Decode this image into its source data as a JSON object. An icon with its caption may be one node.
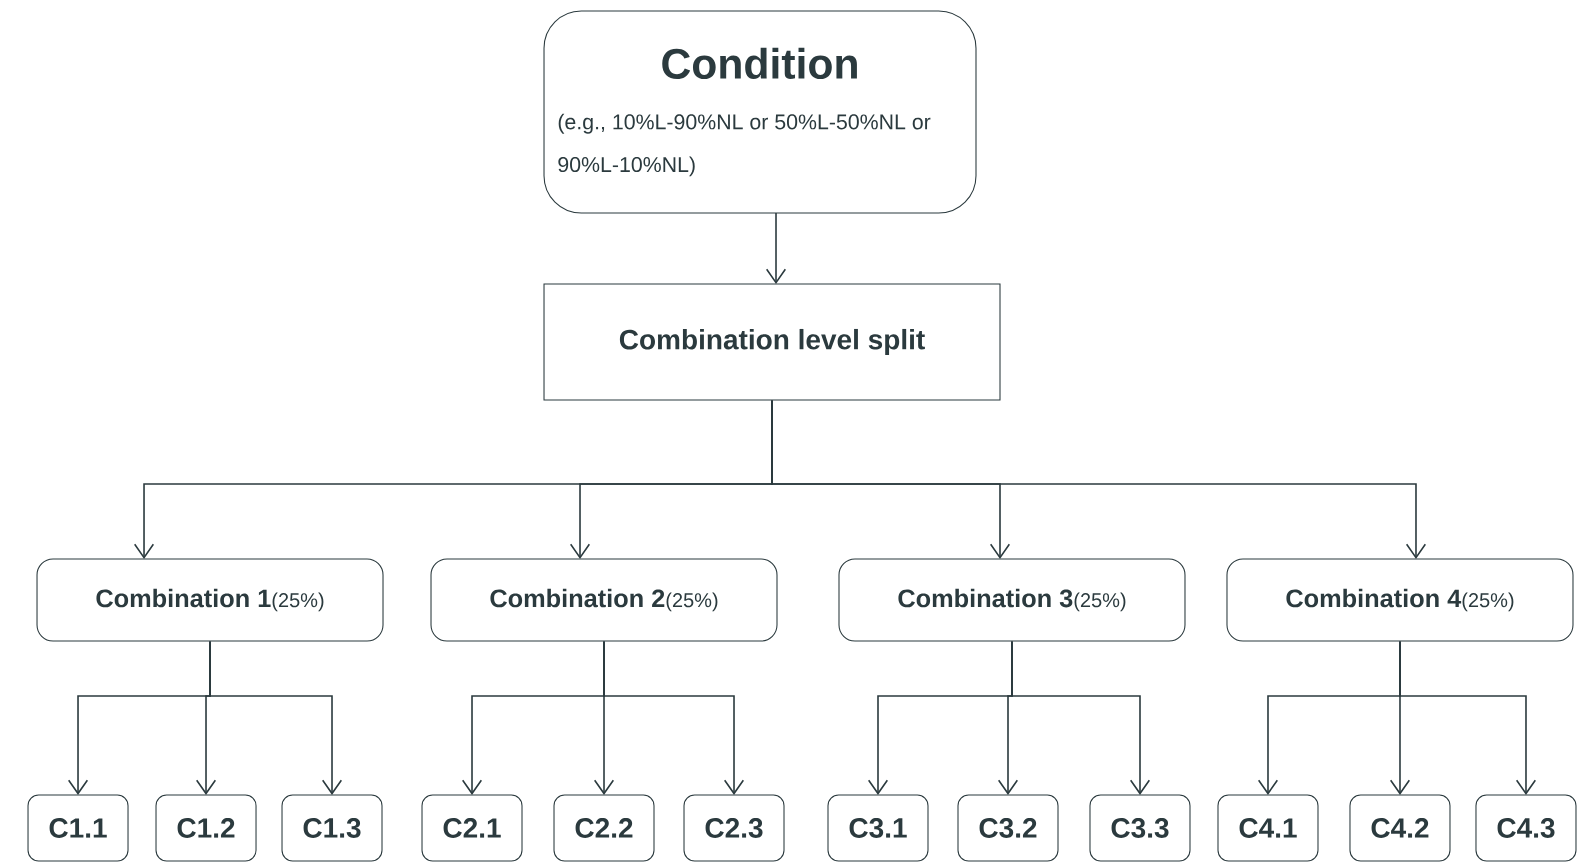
{
  "diagram": {
    "nodes": [
      {
        "text": [
          "Condition",
          "(e.g., 10%L-90%NL or 50%L-50%NL or 90%L-10%NL)"
        ]
      },
      {
        "text": [
          "Combination level split"
        ]
      },
      {
        "text": [
          "Combination 1",
          "(25%)"
        ]
      },
      {
        "text": [
          "Combination 2",
          "(25%)"
        ]
      },
      {
        "text": [
          "Combination 3",
          "(25%)"
        ]
      },
      {
        "text": [
          "Combination 4",
          "(25%)"
        ]
      },
      {
        "text": [
          "C1.1"
        ]
      },
      {
        "text": [
          "C1.2"
        ]
      },
      {
        "text": [
          "C1.3"
        ]
      },
      {
        "text": [
          "C2.1"
        ]
      },
      {
        "text": [
          "C2.2"
        ]
      },
      {
        "text": [
          "C2.3"
        ]
      },
      {
        "text": [
          "C3.1"
        ]
      },
      {
        "text": [
          "C3.2"
        ]
      },
      {
        "text": [
          "C3.3"
        ]
      },
      {
        "text": [
          "C4.1"
        ]
      },
      {
        "text": [
          "C4.2"
        ]
      },
      {
        "text": [
          "C4.3"
        ]
      }
    ],
    "edges": [
      {
        "from": 0,
        "to": 1,
        "arrow": "to"
      },
      {
        "from": 1,
        "to": 2,
        "arrow": "to"
      },
      {
        "from": 1,
        "to": 3,
        "arrow": "to"
      },
      {
        "from": 1,
        "to": 4,
        "arrow": "to"
      },
      {
        "from": 1,
        "to": 5,
        "arrow": "to"
      },
      {
        "from": 2,
        "to": 6,
        "arrow": "to"
      },
      {
        "from": 2,
        "to": 7,
        "arrow": "to"
      },
      {
        "from": 2,
        "to": 8,
        "arrow": "to"
      },
      {
        "from": 3,
        "to": 9,
        "arrow": "to"
      },
      {
        "from": 3,
        "to": 10,
        "arrow": "to"
      },
      {
        "from": 3,
        "to": 11,
        "arrow": "to"
      },
      {
        "from": 4,
        "to": 12,
        "arrow": "to"
      },
      {
        "from": 4,
        "to": 13,
        "arrow": "to"
      },
      {
        "from": 4,
        "to": 14,
        "arrow": "to"
      },
      {
        "from": 5,
        "to": 15,
        "arrow": "to"
      },
      {
        "from": 5,
        "to": 16,
        "arrow": "to"
      },
      {
        "from": 5,
        "to": 17,
        "arrow": "to"
      }
    ]
  }
}
